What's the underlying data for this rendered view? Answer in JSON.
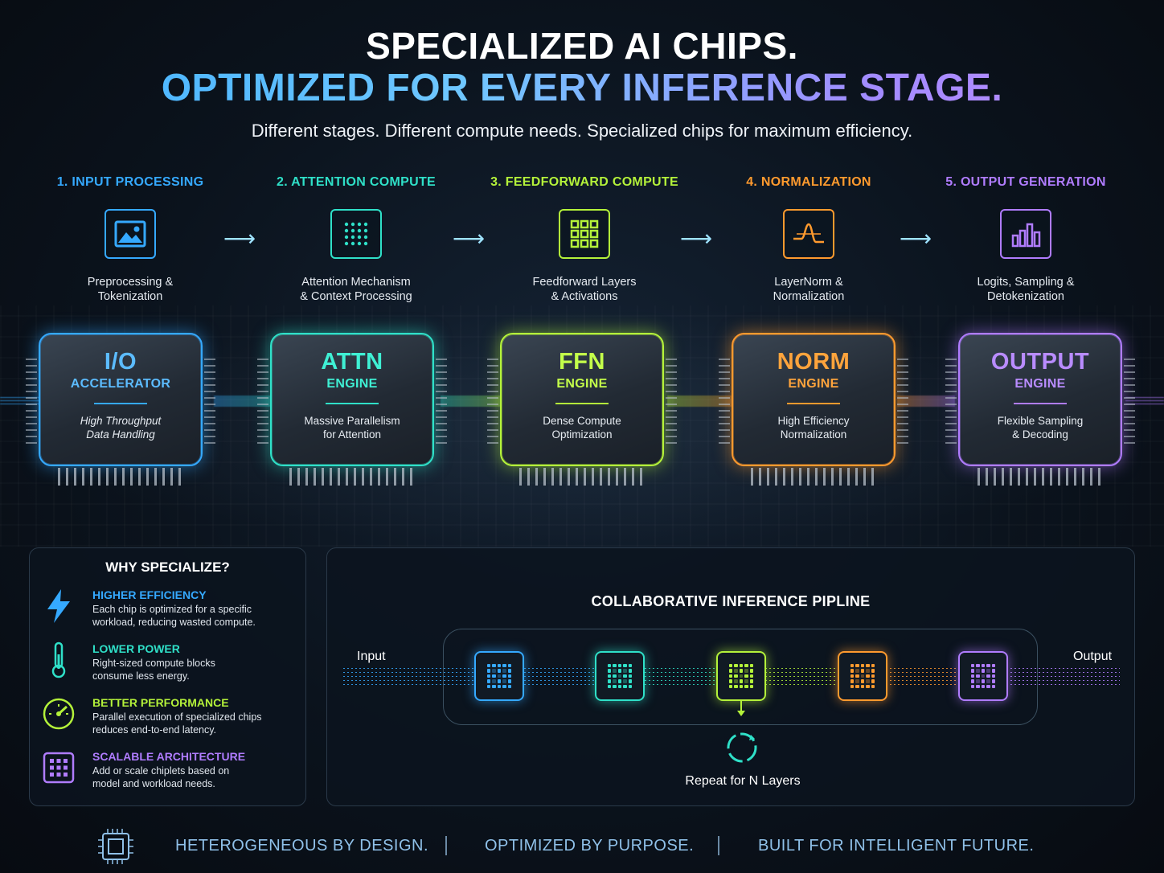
{
  "header": {
    "title_line1": "SPECIALIZED AI CHIPS.",
    "title_line2": "OPTIMIZED FOR EVERY INFERENCE STAGE.",
    "subtitle": "Different stages. Different compute needs. Specialized chips for maximum efficiency."
  },
  "stages": [
    {
      "label": "1. INPUT PROCESSING",
      "desc_line1": "Preprocessing &",
      "desc_line2": "Tokenization",
      "icon": "image-icon",
      "color": "#35a9ff"
    },
    {
      "label": "2. ATTENTION COMPUTE",
      "desc_line1": "Attention Mechanism",
      "desc_line2": "& Context Processing",
      "icon": "dot-grid-icon",
      "color": "#2fe0c8"
    },
    {
      "label": "3. FEEDFORWARD COMPUTE",
      "desc_line1": "Feedforward Layers",
      "desc_line2": "& Activations",
      "icon": "block-grid-icon",
      "color": "#b4f23a"
    },
    {
      "label": "4. NORMALIZATION",
      "desc_line1": "LayerNorm &",
      "desc_line2": "Normalization",
      "icon": "waveform-icon",
      "color": "#ff9a2e"
    },
    {
      "label": "5. OUTPUT GENERATION",
      "desc_line1": "Logits, Sampling &",
      "desc_line2": "Detokenization",
      "icon": "bar-chart-icon",
      "color": "#b07cff"
    }
  ],
  "chips": [
    {
      "name": "I/O",
      "sub": "ACCELERATOR",
      "desc_line1": "High Throughput",
      "desc_line2": "Data Handling",
      "color": "#35a9ff"
    },
    {
      "name": "ATTN",
      "sub": "ENGINE",
      "desc_line1": "Massive Parallelism",
      "desc_line2": "for Attention",
      "color": "#2fe0c8"
    },
    {
      "name": "FFN",
      "sub": "ENGINE",
      "desc_line1": "Dense Compute",
      "desc_line2": "Optimization",
      "color": "#b4f23a"
    },
    {
      "name": "NORM",
      "sub": "ENGINE",
      "desc_line1": "High Efficiency",
      "desc_line2": "Normalization",
      "color": "#ff9a2e"
    },
    {
      "name": "OUTPUT",
      "sub": "ENGINE",
      "desc_line1": "Flexible Sampling",
      "desc_line2": "& Decoding",
      "color": "#b07cff"
    }
  ],
  "why": {
    "title": "WHY SPECIALIZE?",
    "items": [
      {
        "title": "HIGHER EFFICIENCY",
        "desc_line1": "Each chip is optimized for a specific",
        "desc_line2": "workload, reducing wasted compute.",
        "icon": "lightning-icon",
        "color": "#35a9ff"
      },
      {
        "title": "LOWER POWER",
        "desc_line1": "Right-sized compute blocks",
        "desc_line2": "consume less energy.",
        "icon": "thermometer-icon",
        "color": "#2fe0c8"
      },
      {
        "title": "BETTER PERFORMANCE",
        "desc_line1": "Parallel execution of specialized chips",
        "desc_line2": "reduces end-to-end latency.",
        "icon": "gauge-icon",
        "color": "#b4f23a"
      },
      {
        "title": "SCALABLE ARCHITECTURE",
        "desc_line1": "Add or scale chiplets based on",
        "desc_line2": "model and workload needs.",
        "icon": "chiplet-grid-icon",
        "color": "#b07cff"
      }
    ]
  },
  "pipeline": {
    "title": "COLLABORATIVE INFERENCE PIPLINE",
    "input_label": "Input",
    "output_label": "Output",
    "repeat_label": "Repeat for N Layers"
  },
  "footer": {
    "item1": "HETEROGENEOUS BY DESIGN.",
    "item2": "OPTIMIZED BY PURPOSE.",
    "item3": "BUILT FOR INTELLIGENT FUTURE."
  }
}
